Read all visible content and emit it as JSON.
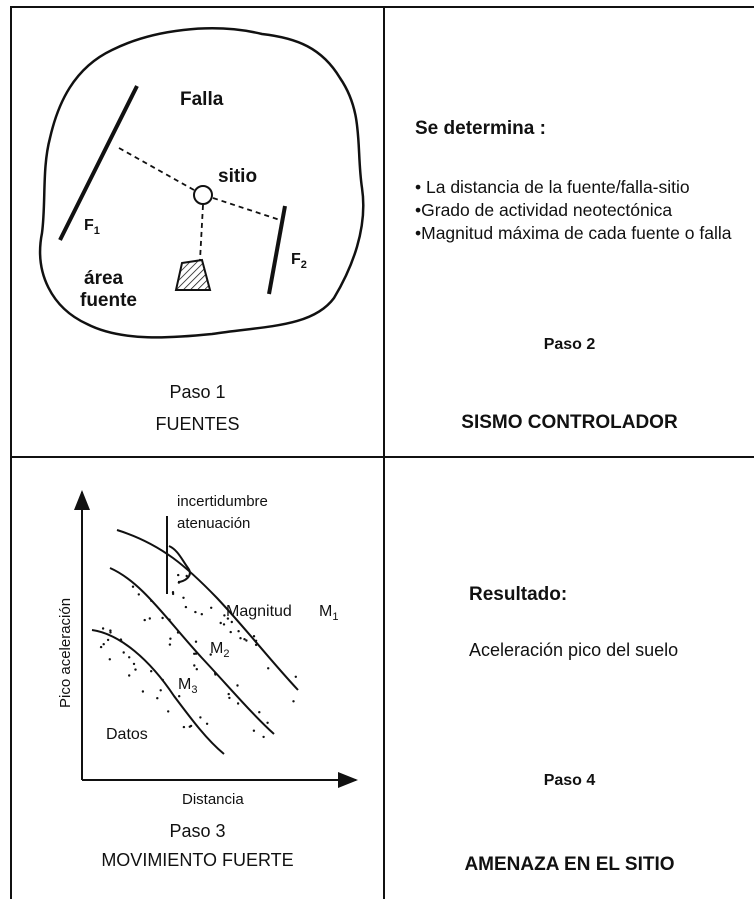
{
  "panel1": {
    "labels": {
      "falla": "Falla",
      "sitio": "sitio",
      "f1": "F",
      "f1_sub": "1",
      "f2": "F",
      "f2_sub": "2",
      "area": "área",
      "fuente": "fuente"
    },
    "step": "Paso 1",
    "title": "FUENTES"
  },
  "panel2": {
    "heading": "Se determina :",
    "bullets": [
      "• La distancia de la fuente/falla-sitio",
      "•Grado de actividad neotectónica",
      "•Magnitud máxima de cada fuente o falla"
    ],
    "step": "Paso 2",
    "title": "SISMO CONTROLADOR"
  },
  "panel3": {
    "annotation_line1": "incertidumbre",
    "annotation_line2": "atenuación",
    "ylabel": "Pico aceleración",
    "xlabel": "Distancia",
    "magnitud_label": "Magnitud",
    "m1": "M",
    "m1_sub": "1",
    "m2": "M",
    "m2_sub": "2",
    "m3": "M",
    "m3_sub": "3",
    "datos": "Datos",
    "step": "Paso 3",
    "title": "MOVIMIENTO FUERTE"
  },
  "panel4": {
    "heading": "Resultado:",
    "body": "Aceleración pico del suelo",
    "step": "Paso 4",
    "title": "AMENAZA EN EL SITIO"
  }
}
